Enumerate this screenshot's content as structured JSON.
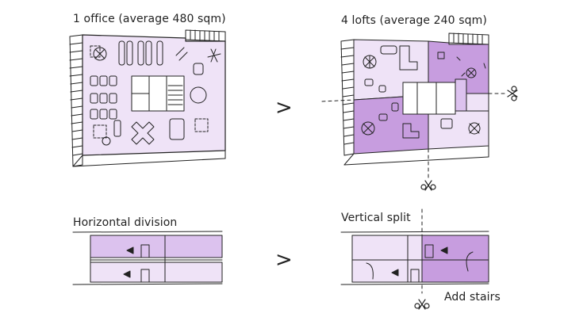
{
  "labels": {
    "office_plan": "1 office (average 480 sqm)",
    "lofts_plan": "4 lofts (average 240 sqm)",
    "horizontal": "Horizontal division",
    "vertical": "Vertical split",
    "stairs": "Add stairs",
    "arrow_top": ">",
    "arrow_bottom": ">"
  },
  "colors": {
    "light_purple": "#efe3f7",
    "mid_purple": "#dcc2ee",
    "dark_purple": "#c79ddf",
    "line": "#222222"
  }
}
